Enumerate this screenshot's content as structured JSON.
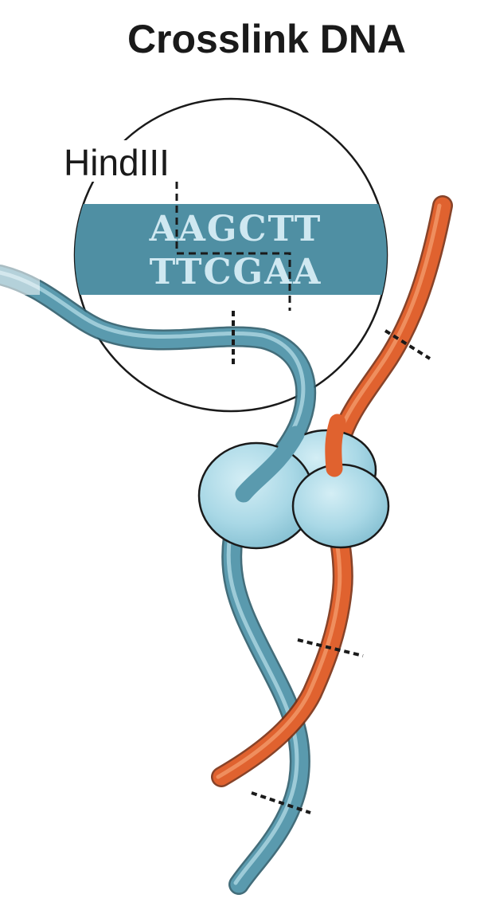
{
  "title": "Crosslink DNA",
  "enzyme_label": "HindIII",
  "recognition_site": {
    "top_strand": "AAGCTT",
    "bottom_strand": "TTCGAA"
  },
  "colors": {
    "blue_strand": "#5a9aae",
    "blue_strand_highlight": "#a9d3df",
    "orange_strand": "#e0622f",
    "orange_strand_highlight": "#f39a6a",
    "sequence_band": "#4f8fa3",
    "sequence_text": "#cfe8f1",
    "protein": "#a9d8e6",
    "protein_shade": "#7fbdd0",
    "outline": "#1a1a1a"
  }
}
